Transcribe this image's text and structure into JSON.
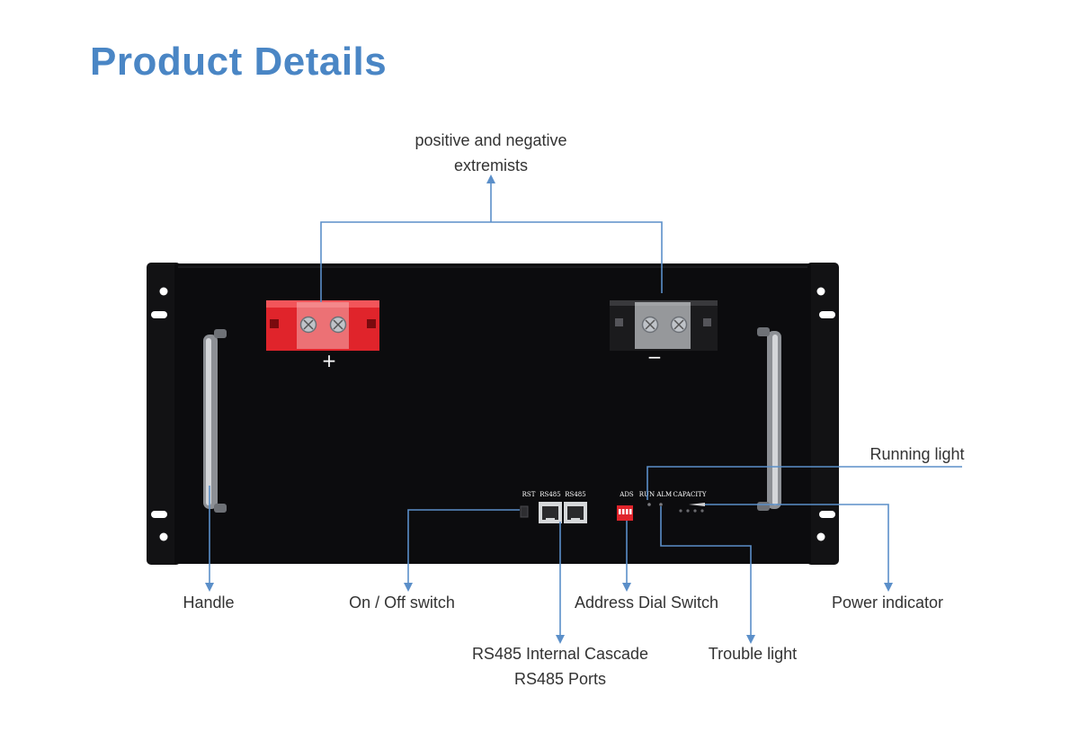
{
  "header": {
    "title": "Product Details"
  },
  "colors": {
    "title": "#4a86c5",
    "callout_line": "#5b8fc9",
    "chassis": "#0c0c0e",
    "positive_terminal": "#e0242b"
  },
  "callouts": {
    "terminals": {
      "line1": "positive and negative",
      "line2": "extremists"
    },
    "running_light": "Running light",
    "handle": "Handle",
    "on_off_switch": "On / Off switch",
    "address_dial_switch": "Address Dial Switch",
    "power_indicator": "Power indicator",
    "rs485": {
      "line1": "RS485 Internal Cascade",
      "line2": "RS485 Ports"
    },
    "trouble_light": "Trouble light"
  },
  "panel_labels": {
    "rst": "RST",
    "rs485_a": "RS485",
    "rs485_b": "RS485",
    "ads": "ADS",
    "run_alm": "RUN ALM",
    "capacity": "CAPACITY",
    "plus": "+",
    "minus": "−"
  }
}
